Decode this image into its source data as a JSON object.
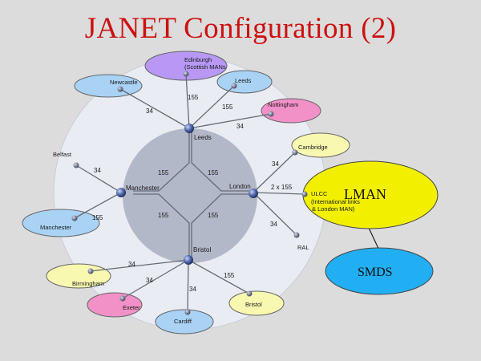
{
  "title": "JANET Configuration (2)",
  "colors": {
    "background": "#dcdcdc",
    "title": "#cc1111",
    "outer_ring": "#e9ecf2",
    "inner_disc": "#b3b8c9",
    "link": "#666b78",
    "node": "#5a6175",
    "major_node": "#3a4a78",
    "lman_fill": "#f2f000",
    "smds_fill": "#22aef2"
  },
  "core_nodes": {
    "leeds": "Leeds",
    "manchester": "Manchester",
    "london": "London",
    "bristol": "Bristol"
  },
  "regional_sites": {
    "edinburgh_line1": "Edinburgh",
    "edinburgh_line2": "(Scottish MANs",
    "newcastle": "Newcastle",
    "leeds_man": "Leeds",
    "nottingham": "Nottingham",
    "cambridge": "Cambridge",
    "belfast": "Belfast",
    "manchester_man": "Manchester",
    "ulcc_line1": "ULCC",
    "ulcc_line2": "(International links",
    "ulcc_line3": "& London MAN)",
    "ral": "RAL",
    "birmingham": "Birmingham",
    "exeter": "Exeter",
    "cardiff": "Cardiff",
    "bristol_man": "Bristol"
  },
  "link_speeds": {
    "edinburgh_leeds": "155",
    "newcastle_leeds": "34",
    "leeds_leeds": "155",
    "nottingham_leeds": "34",
    "manchester_leeds": "155",
    "leeds_london": "155",
    "belfast_manchester": "34",
    "manchester_man": "155",
    "manchester_bristol": "155",
    "london_bristol": "155",
    "cambridge_london": "34",
    "ulcc_london": "2 x 155",
    "ral_london": "34",
    "birmingham_bristol": "34",
    "exeter_bristol": "34",
    "cardiff_bristol": "34",
    "bristol_man": "155"
  },
  "external": {
    "lman": "LMAN",
    "smds": "SMDS"
  }
}
